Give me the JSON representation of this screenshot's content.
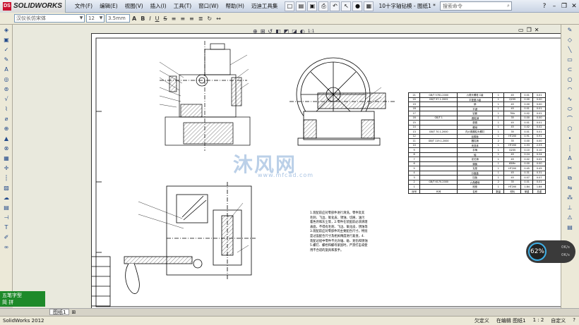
{
  "app": {
    "name": "SOLIDWORKS",
    "footer_name": "SolidWorks 2012"
  },
  "menus": [
    "文件(F)",
    "编辑(E)",
    "视图(V)",
    "插入(I)",
    "工具(T)",
    "窗口(W)",
    "帮助(H)",
    "迈迪工具集"
  ],
  "document_title": "10十字轴钻模 - 图纸1 *",
  "search": {
    "placeholder": "搜索命令"
  },
  "format_bar": {
    "font": "汉仪长仿宋体",
    "size": "12",
    "height": "3.5mm",
    "bold": "A",
    "b": "B",
    "i": "I",
    "u": "U",
    "s": "S"
  },
  "view_toolbar_fraction": "1:1",
  "ime": {
    "line1": "五笔字型",
    "line2": "简 拼"
  },
  "sheet_tab": "图纸1",
  "status": {
    "left": "SolidWorks 2012",
    "under_defined": "欠定义",
    "editing": "在编辑 图纸1",
    "scale": "1 : 2",
    "custom": "自定义",
    "help": "?"
  },
  "gauge": {
    "percent": "62%",
    "up": "0K/s",
    "down": "0K/s"
  },
  "watermark": {
    "title": "沐风网",
    "url": "www.mfcad.com"
  },
  "tech_notes": [
    "1.装配前应对零部件进行清洗，零件及其",
    "毛刺、飞边、氧化皮、锈蚀、切屑、油污",
    "着色剂和灰尘等，2.零件在装配前必须清理",
    "表面，不得有毛刺、飞边、氧化皮、锈蚀等",
    "3.装配前应对零部件的主要配合尺寸，特别",
    "是过盈配合尺寸及相关精度进行复查，4.",
    "装配过程中零件不允许磕、碰、划伤和锈蚀",
    "5.螺钉、螺栓和螺母紧固时，严禁打击或使",
    "用不合适的旋具和扳手。"
  ],
  "bom_rows": [
    [
      "21",
      "GB/T 5781-2000",
      "六角头螺栓 C级",
      "1",
      "45",
      "0.01",
      "0.01"
    ],
    [
      "20",
      "GB/T 97.1-2002",
      "平垫圈 A级",
      "1",
      "Q235",
      "0.00",
      "0.00"
    ],
    [
      "19",
      "",
      "销",
      "1",
      "45",
      "0.00",
      "0.00"
    ],
    [
      "18",
      "",
      "平键",
      "1",
      "45",
      "0.01",
      "0.01"
    ],
    [
      "17",
      "",
      "钻套",
      "1",
      "T8A",
      "0.02",
      "0.02"
    ],
    [
      "16",
      "GB/T 1",
      ".圆柱销",
      "1",
      "35",
      "0.00",
      "0.00"
    ],
    [
      "15",
      "",
      "垫圈",
      "1",
      "45",
      "0.01",
      "0.01"
    ],
    [
      "14",
      "",
      "螺母",
      "1",
      "45",
      "0.02",
      "0.02"
    ],
    [
      "13",
      "GB/T 70.1-2000",
      "内六角圆柱头螺钉",
      "1",
      "35",
      "0.01",
      "0.01"
    ],
    [
      "12",
      "",
      "钻模板",
      "1",
      "HT200",
      "0.91",
      "0.91"
    ],
    [
      "11",
      "GB/T 119.1-2000",
      "圆柱销",
      "2",
      "35",
      "0.00",
      "0.00"
    ],
    [
      "10",
      "",
      "夹具体",
      "1",
      "HT200",
      "2.53",
      "2.53"
    ],
    [
      "9",
      "",
      "手柄",
      "1",
      "Q235",
      "0.10",
      "0.10"
    ],
    [
      "8",
      "",
      "轴",
      "1",
      "45",
      "0.24",
      "0.24"
    ],
    [
      "7",
      "",
      "定位销",
      "1",
      "45",
      "0.02",
      "0.02"
    ],
    [
      "6",
      "",
      "弹簧",
      "1",
      "65Mn",
      "0.00",
      "0.00"
    ],
    [
      "5",
      "",
      "支座",
      "1",
      "HT200",
      "0.45",
      "0.45"
    ],
    [
      "4",
      "",
      "分度盘",
      "1",
      "45",
      "0.31",
      "0.31"
    ],
    [
      "3",
      "",
      "压板",
      "1",
      "45",
      "0.07",
      "0.07"
    ],
    [
      "2",
      "GB/T 6170-2000",
      "六角螺母",
      "2",
      "35",
      "0.01",
      "0.01"
    ],
    [
      "1",
      "",
      "底座",
      "1",
      "HT200",
      "1.84",
      "1.84"
    ],
    [
      "序号",
      "代号",
      "名称",
      "数量",
      "材料",
      "单重",
      "总重"
    ]
  ]
}
